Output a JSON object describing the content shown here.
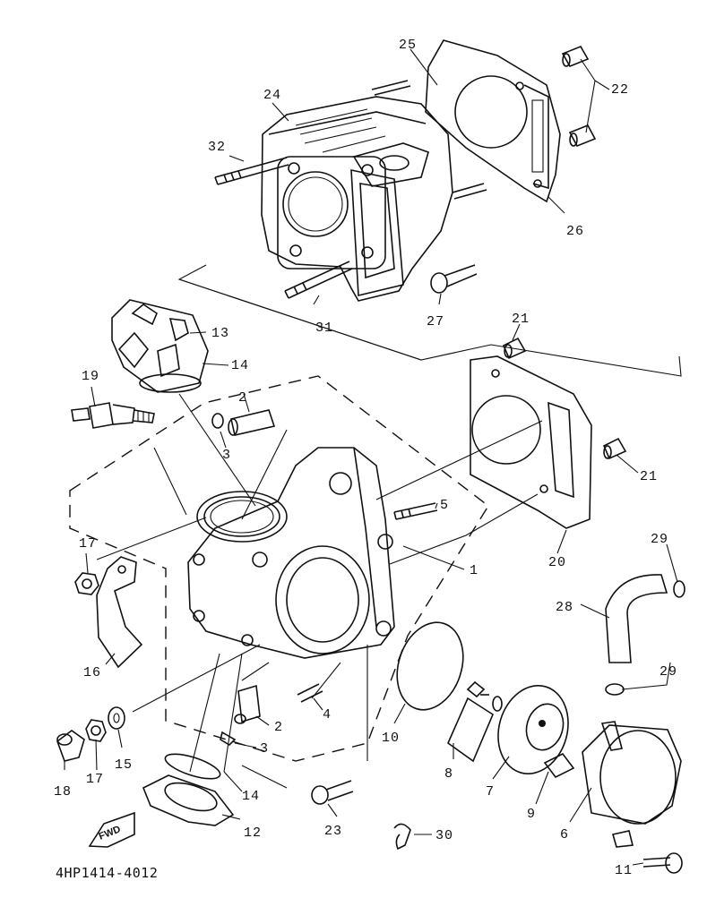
{
  "diagram": {
    "part_code": "4HP1414-4012",
    "fwd_label": "FWD",
    "callouts": {
      "c1": "1",
      "c2a": "2",
      "c2b": "2",
      "c3a": "3",
      "c3b": "3",
      "c4": "4",
      "c5": "5",
      "c6": "6",
      "c7": "7",
      "c8": "8",
      "c9": "9",
      "c10": "10",
      "c11": "11",
      "c12": "12",
      "c13": "13",
      "c14a": "14",
      "c14b": "14",
      "c15": "15",
      "c16": "16",
      "c17a": "17",
      "c17b": "17",
      "c18": "18",
      "c19": "19",
      "c20": "20",
      "c21a": "21",
      "c21b": "21",
      "c22": "22",
      "c23": "23",
      "c24": "24",
      "c25": "25",
      "c26": "26",
      "c27": "27",
      "c28": "28",
      "c29a": "29",
      "c29b": "29",
      "c30": "30",
      "c31": "31",
      "c32": "32"
    }
  }
}
